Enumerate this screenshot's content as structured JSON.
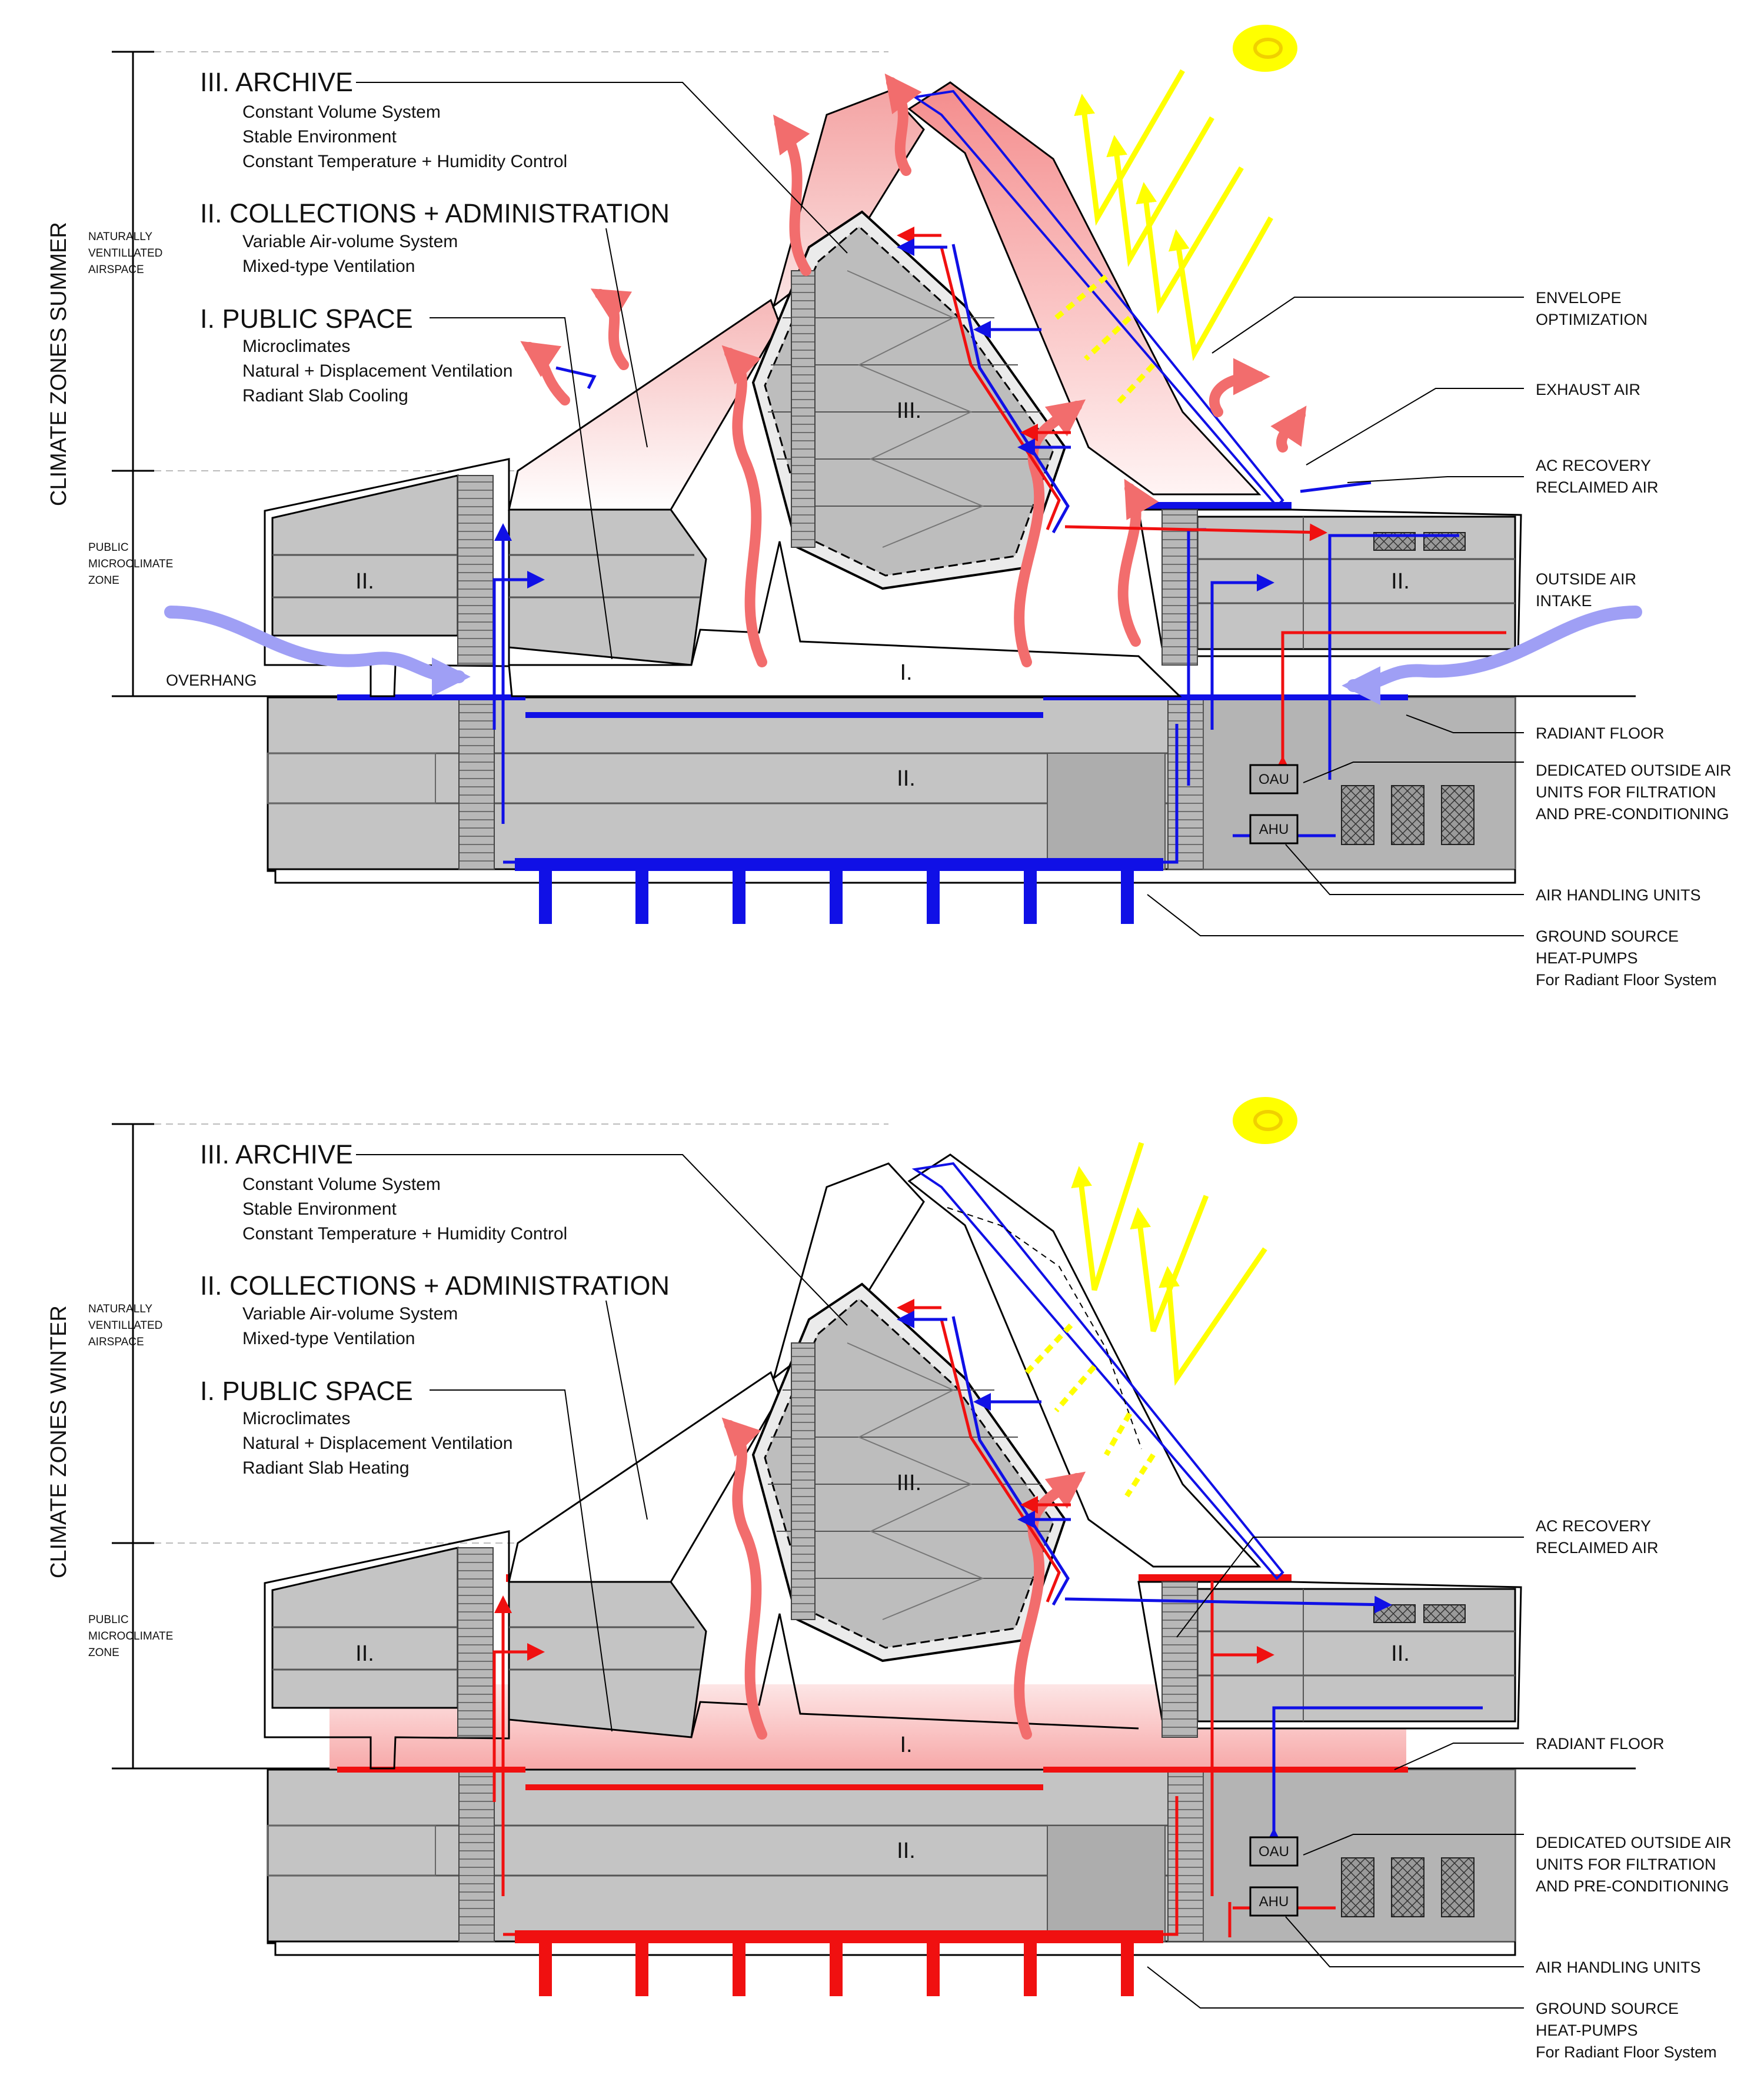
{
  "colors": {
    "cool": "#1010e6",
    "warm": "#f01010",
    "sun": "#ffff00",
    "airflow_pink": "#f26d6d",
    "gray_fill": "#c8c8c8",
    "outside_air_arrow": "#9f9ff5"
  },
  "panels": [
    {
      "title": "CLIMATE ZONES SUMMER",
      "zones": [
        {
          "name": "III. ARCHIVE",
          "lines": [
            "Constant Volume System",
            "Stable Environment",
            "Constant Temperature + Humidity Control"
          ]
        },
        {
          "name": "II. COLLECTIONS + ADMINISTRATION",
          "lines": [
            "Variable Air-volume System",
            "Mixed-type Ventilation"
          ]
        },
        {
          "name": "I.   PUBLIC SPACE",
          "lines": [
            "Microclimates",
            "Natural + Displacement Ventilation",
            "Radiant Slab Cooling"
          ]
        }
      ],
      "side_labels": [
        [
          "NATURALLY",
          "VENTILLATED",
          "AIRSPACE"
        ],
        [
          "PUBLIC",
          "MICROCLIMATE",
          "ZONE"
        ]
      ],
      "overhang": "OVERHANG",
      "callouts": [
        [
          "ENVELOPE",
          "OPTIMIZATION"
        ],
        [
          "EXHAUST AIR"
        ],
        [
          "AC RECOVERY",
          "RECLAIMED AIR"
        ],
        [
          "OUTSIDE AIR",
          "INTAKE"
        ],
        [
          "RADIANT FLOOR"
        ],
        [
          "DEDICATED OUTSIDE AIR",
          "UNITS FOR FILTRATION",
          "AND PRE-CONDITIONING"
        ],
        [
          "AIR HANDLING UNITS"
        ],
        [
          "GROUND SOURCE",
          "HEAT-PUMPS",
          "For Radiant Floor System"
        ]
      ],
      "rooms": [
        "II.",
        "II.",
        "I.",
        "II.",
        "III."
      ],
      "units": [
        "OAU",
        "AHU"
      ]
    },
    {
      "title": "CLIMATE ZONES WINTER",
      "zones": [
        {
          "name": "III. ARCHIVE",
          "lines": [
            "Constant Volume System",
            "Stable Environment",
            "Constant Temperature + Humidity Control"
          ]
        },
        {
          "name": "II. COLLECTIONS + ADMINISTRATION",
          "lines": [
            "Variable Air-volume System",
            "Mixed-type Ventilation"
          ]
        },
        {
          "name": "I.   PUBLIC SPACE",
          "lines": [
            "Microclimates",
            "Natural + Displacement Ventilation",
            "Radiant Slab Heating"
          ]
        }
      ],
      "side_labels": [
        [
          "NATURALLY",
          "VENTILLATED",
          "AIRSPACE"
        ],
        [
          "PUBLIC",
          "MICROCLIMATE",
          "ZONE"
        ]
      ],
      "callouts": [
        [
          "AC RECOVERY",
          "RECLAIMED AIR"
        ],
        [
          "RADIANT FLOOR"
        ],
        [
          "DEDICATED OUTSIDE AIR",
          "UNITS FOR FILTRATION",
          "AND PRE-CONDITIONING"
        ],
        [
          "AIR HANDLING UNITS"
        ],
        [
          "GROUND SOURCE",
          "HEAT-PUMPS",
          "For Radiant Floor System"
        ]
      ],
      "rooms": [
        "II.",
        "II.",
        "I.",
        "II.",
        "III."
      ],
      "units": [
        "OAU",
        "AHU"
      ]
    }
  ]
}
